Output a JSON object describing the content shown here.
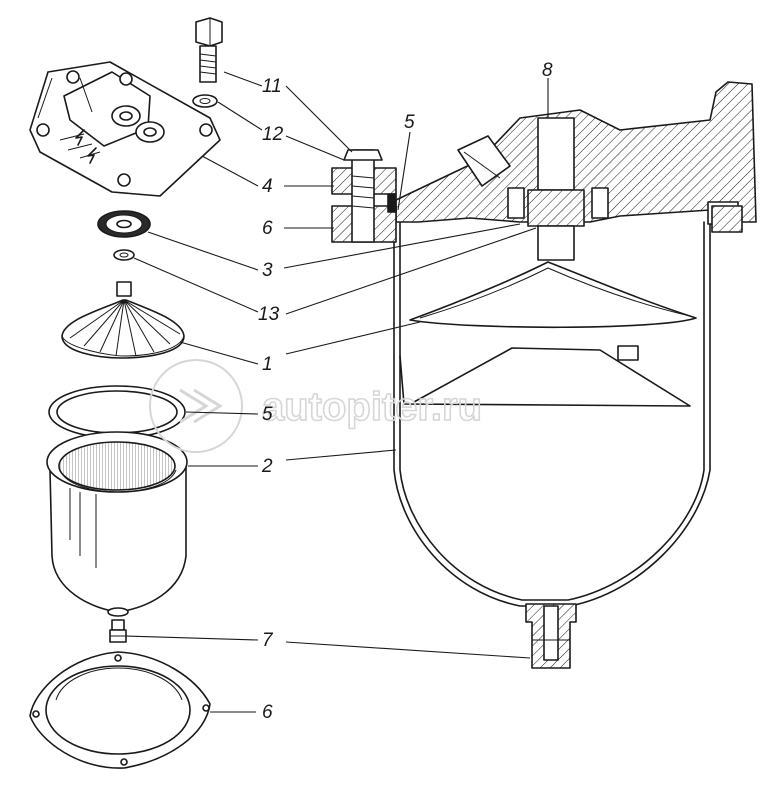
{
  "watermark": {
    "text": "autopiter.ru"
  },
  "callouts": {
    "c11": "11",
    "c12": "12",
    "c4": "4",
    "c6_top": "6",
    "c3": "3",
    "c13": "13",
    "c1": "1",
    "c5_left": "5",
    "c2": "2",
    "c7": "7",
    "c6_bottom": "6",
    "c5_top": "5",
    "c8": "8"
  },
  "colors": {
    "ink": "#1a1a1a",
    "paper": "#ffffff",
    "watermark": "#d6d6d6"
  }
}
